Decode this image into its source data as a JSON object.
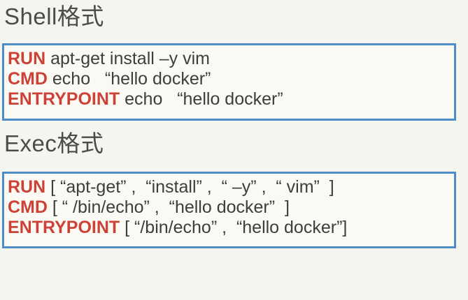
{
  "page": {
    "background": "#f5f5ef"
  },
  "colors": {
    "keyword_red": "#cd4237",
    "code_text": "#3e3e3b",
    "title_text": "#4b4b47",
    "box_border_blue": "#4b8cc9",
    "box_background": "#faf9f3"
  },
  "sections": [
    {
      "title": "Shell格式",
      "lines": [
        {
          "keyword": "RUN",
          "rest": " apt-get install –y vim"
        },
        {
          "keyword": "CMD",
          "rest": " echo   “hello docker”"
        },
        {
          "keyword": "ENTRYPOINT",
          "rest": " echo   “hello docker”"
        }
      ]
    },
    {
      "title": "Exec格式",
      "lines": [
        {
          "keyword": "RUN",
          "rest": " [ “apt-get” ,  “install” ,  “ –y” ,  “ vim”  ]"
        },
        {
          "keyword": "CMD",
          "rest": " [ “ /bin/echo” ,  “hello docker”  ]"
        },
        {
          "keyword": "ENTRYPOINT",
          "rest": " [ “/bin/echo” ,  “hello docker”]"
        }
      ]
    }
  ]
}
